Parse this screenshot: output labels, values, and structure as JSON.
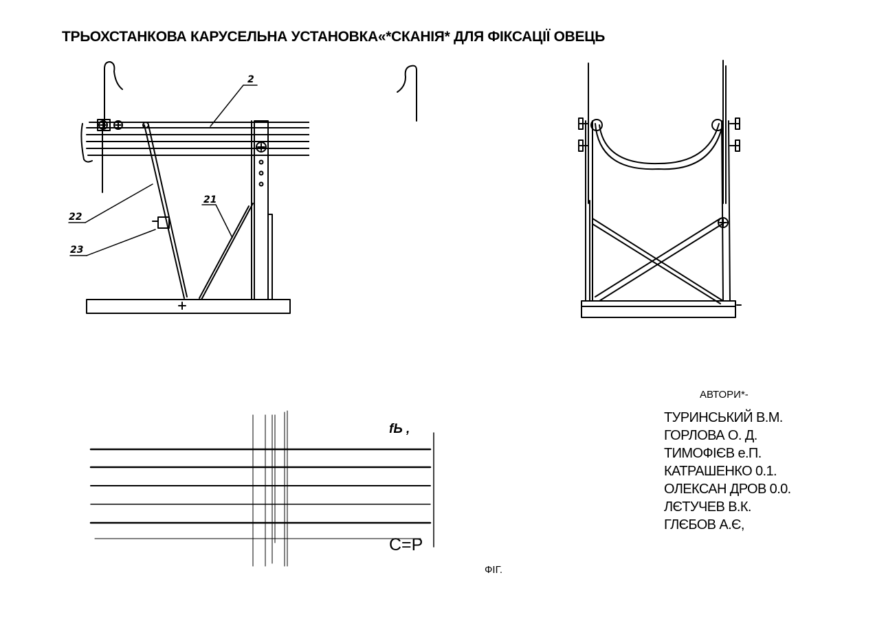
{
  "document": {
    "title": "ТРЬОХСТАНКОВА КАРУСЕЛЬНА УСТАНОВКА«*СКАНІЯ* ДЛЯ ФІКСАЦІЇ ОВЕЦЬ",
    "figure_label": "ФІГ."
  },
  "drawing_side": {
    "callouts": {
      "c2": "2",
      "c21": "21",
      "c22": "22",
      "c23": "23"
    }
  },
  "scan_fragment": {
    "text_top": "fЬ ,",
    "text_bottom": "C=P"
  },
  "authors": {
    "heading": "АВТОРИ*-",
    "names": [
      "ТУРИНСЬКИЙ В.М.",
      "ГОРЛОВА О. Д.",
      "ТИМОФІЄВ е.П.",
      "КАТРАШЕНКО 0.1.",
      "ОЛЕКСАН ДРОВ 0.0.",
      "ЛЄТУЧЕВ В.К.",
      "ГЛЄБОВ А.Є,"
    ]
  }
}
